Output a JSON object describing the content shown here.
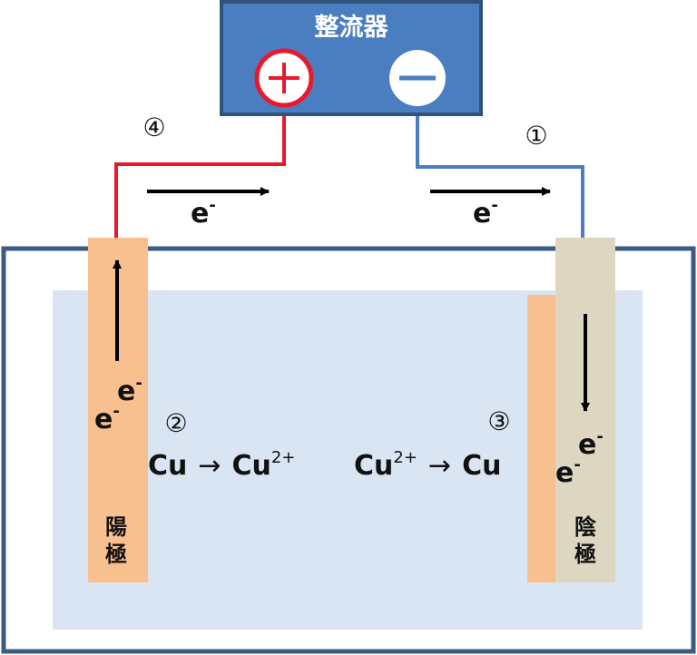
{
  "rectifier": {
    "title": "整流器",
    "plus_symbol": "+",
    "minus_symbol": "−"
  },
  "wire_left": {
    "step": "④",
    "electron": "e",
    "charge": "-"
  },
  "wire_right": {
    "step": "①",
    "electron": "e",
    "charge": "-"
  },
  "anode": {
    "label_line1": "陽",
    "label_line2": "極",
    "electron_a": "e",
    "electron_a_charge": "-",
    "electron_b": "e",
    "electron_b_charge": "-",
    "step": "②",
    "reaction_left": "Cu",
    "reaction_arrow": "→",
    "reaction_right": "Cu",
    "reaction_right_charge": "2+"
  },
  "cathode": {
    "label_line1": "陰",
    "label_line2": "極",
    "electron_a": "e",
    "electron_a_charge": "-",
    "electron_b": "e",
    "electron_b_charge": "-",
    "step": "③",
    "reaction_left": "Cu",
    "reaction_left_charge": "2+",
    "reaction_arrow": "→",
    "reaction_right": "Cu"
  },
  "colors": {
    "rectifier_fill": "#4a7ec0",
    "rectifier_border": "#2f5379",
    "positive": "#e8192c",
    "negative": "#4a7ec0",
    "tank_border": "#3b5b80",
    "electrolyte": "#d9e5f3",
    "copper": "#f8bf8f",
    "cathode_plate": "#ddd7c1"
  }
}
